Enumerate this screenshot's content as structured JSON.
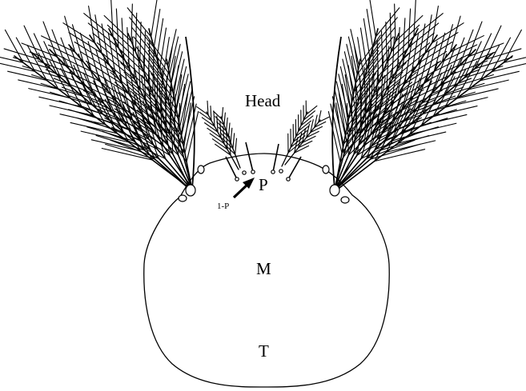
{
  "labels": {
    "head": "Head",
    "prothorax": "P",
    "mesothorax": "M",
    "metathorax": "T",
    "seta": "1-P"
  },
  "colors": {
    "stroke": "#000000",
    "background": "#ffffff"
  }
}
